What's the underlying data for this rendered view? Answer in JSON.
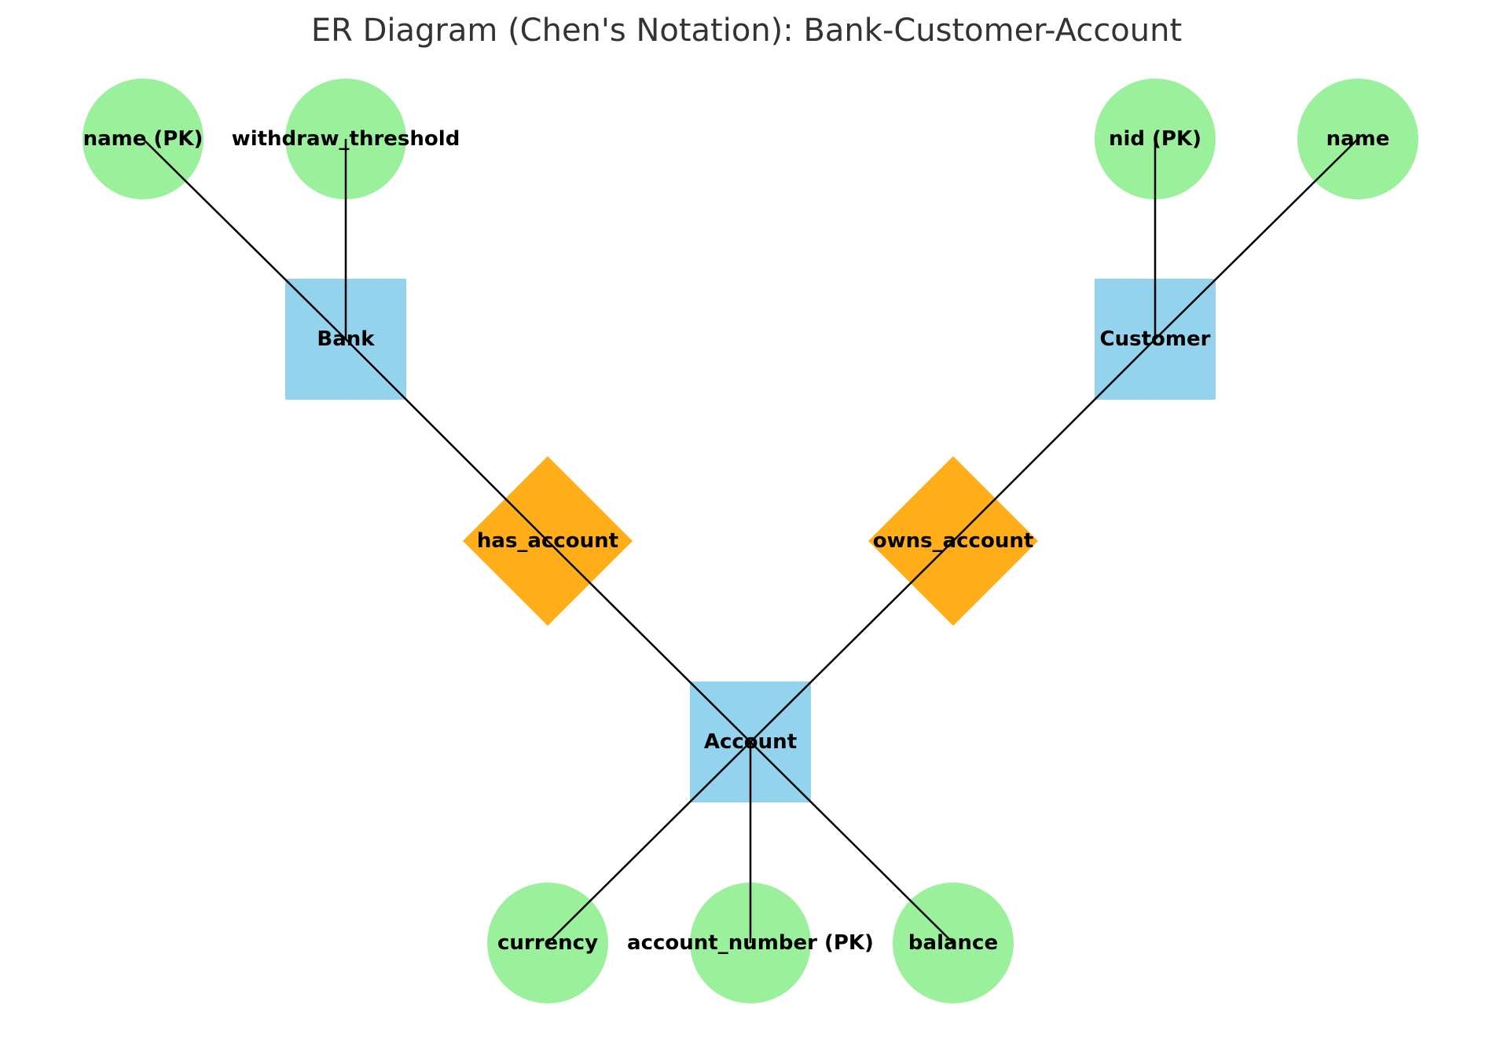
{
  "title": "ER Diagram (Chen's Notation): Bank-Customer-Account",
  "colors": {
    "entity": "#87CEEB",
    "relationship": "#FFA500",
    "attribute": "#90EE90",
    "edge": "#000000",
    "title": "#333333"
  },
  "entities": {
    "bank": "Bank",
    "customer": "Customer",
    "account": "Account"
  },
  "relationships": {
    "has_account": "has_account",
    "owns_account": "owns_account"
  },
  "attributes": {
    "bank_name": "name (PK)",
    "bank_withdraw_threshold": "withdraw_threshold",
    "customer_nid": "nid (PK)",
    "customer_name": "name",
    "account_currency": "currency",
    "account_number": "account_number (PK)",
    "account_balance": "balance"
  },
  "edges": [
    [
      "bank_name",
      "bank"
    ],
    [
      "bank_withdraw_threshold",
      "bank"
    ],
    [
      "customer_nid",
      "customer"
    ],
    [
      "customer_name",
      "customer"
    ],
    [
      "bank",
      "has_account"
    ],
    [
      "has_account",
      "account"
    ],
    [
      "customer",
      "owns_account"
    ],
    [
      "owns_account",
      "account"
    ],
    [
      "account",
      "account_currency"
    ],
    [
      "account",
      "account_number"
    ],
    [
      "account",
      "account_balance"
    ]
  ]
}
